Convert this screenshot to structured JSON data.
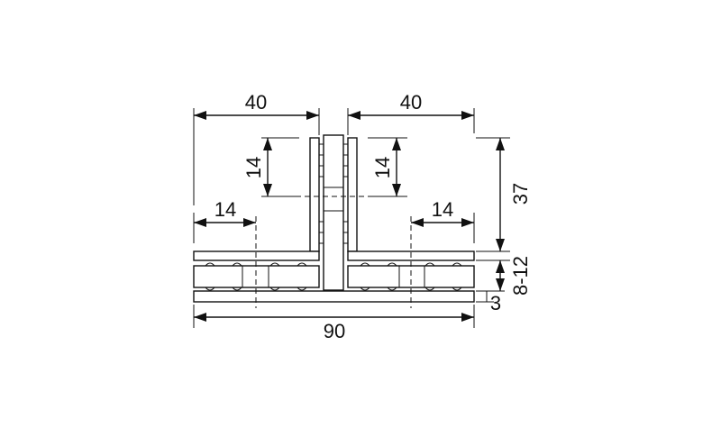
{
  "dimensions": {
    "top_left_width": "40",
    "top_right_width": "40",
    "left_inner_height": "14",
    "right_inner_height": "14",
    "left_hole_offset": "14",
    "right_hole_offset": "14",
    "total_height": "37",
    "glass_thickness": "8-12",
    "base_thickness": "3",
    "total_width": "90"
  },
  "colors": {
    "line": "#111111",
    "background": "#ffffff"
  }
}
